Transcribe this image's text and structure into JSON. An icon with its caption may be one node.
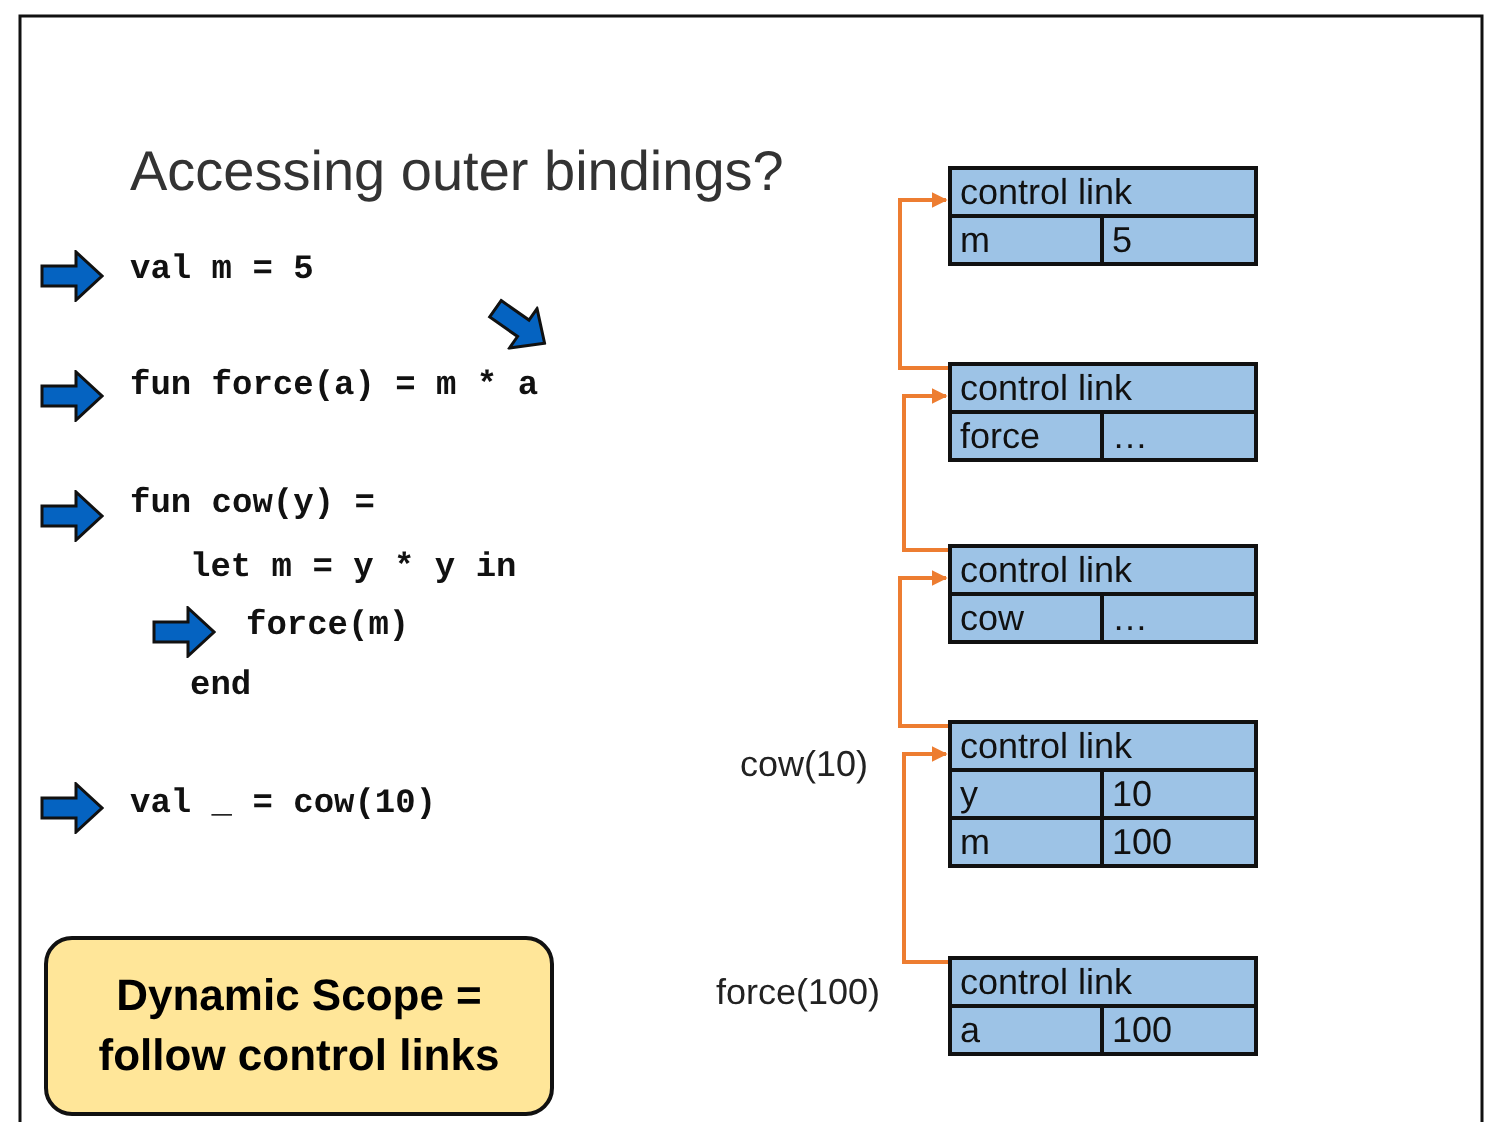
{
  "diagram": {
    "title": "Accessing outer bindings?",
    "nodes": [
      {
        "text": [
          "control link",
          "m",
          "5"
        ]
      },
      {
        "text": [
          "control link",
          "force",
          "…"
        ]
      },
      {
        "text": [
          "control link",
          "cow",
          "…"
        ]
      },
      {
        "text": [
          "control link",
          "y",
          "10",
          "m",
          "100"
        ],
        "beside": [
          "cow(10)"
        ]
      },
      {
        "text": [
          "control link",
          "a",
          "100"
        ],
        "beside": [
          "force(100)"
        ]
      },
      {
        "text": [
          "Dynamic Scope = follow control links"
        ]
      }
    ],
    "edges": [
      {
        "from": 1,
        "to": 0,
        "arrow": "to"
      },
      {
        "from": 2,
        "to": 1,
        "arrow": "to"
      },
      {
        "from": 3,
        "to": 2,
        "arrow": "to"
      },
      {
        "from": 4,
        "to": 3,
        "arrow": "to"
      }
    ],
    "labels": [
      "val m = 5",
      "fun force(a) = m * a",
      "fun cow(y) =",
      "let m = y * y in",
      "force(m)",
      "end",
      "val _ = cow(10)"
    ]
  }
}
